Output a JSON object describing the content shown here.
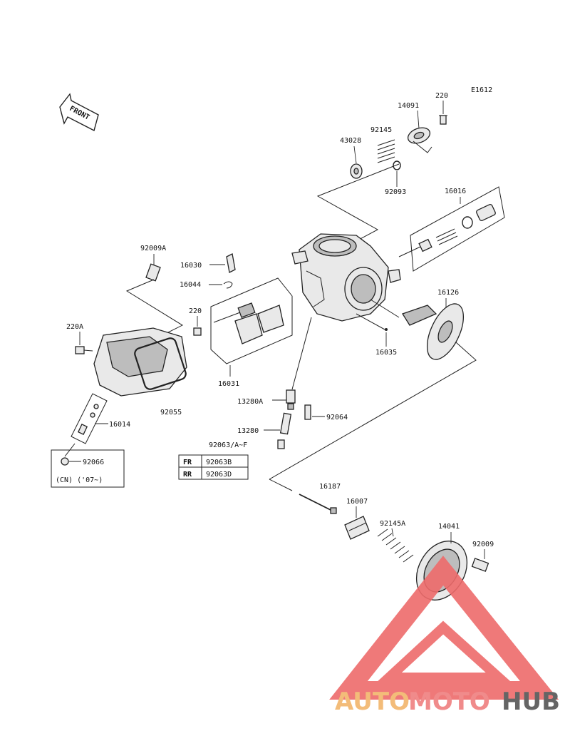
{
  "diagram_code": "E1612",
  "front_label": "FRONT",
  "parts": {
    "p220_top": "220",
    "p14091": "14091",
    "p92145": "92145",
    "p43028": "43028",
    "p92093": "92093",
    "p16016": "16016",
    "p92009A": "92009A",
    "p16030": "16030",
    "p16044": "16044",
    "p220_mid": "220",
    "p16031": "16031",
    "p16126": "16126",
    "p16035": "16035",
    "p220A": "220A",
    "p92055": "92055",
    "p16014": "16014",
    "p13280A": "13280A",
    "p92064": "92064",
    "p13280": "13280",
    "p92063": "92063/A~F",
    "p16187": "16187",
    "p16007": "16007",
    "p92145A": "92145A",
    "p14041": "14041",
    "p92009": "92009"
  },
  "note_box": {
    "part": "92066",
    "note": "(CN)  ('07~)"
  },
  "jet_table": {
    "rows": [
      {
        "pos": "FR",
        "part": "92063B"
      },
      {
        "pos": "RR",
        "part": "92063D"
      }
    ]
  },
  "watermark": {
    "word_auto": "AUTO",
    "word_moto": "MOTO",
    "word_hub": "HUB",
    "colors": {
      "auto": "#f2b56b",
      "moto": "#ef7f7f",
      "hub": "#555555",
      "triangle": "#ee6b6b"
    }
  }
}
